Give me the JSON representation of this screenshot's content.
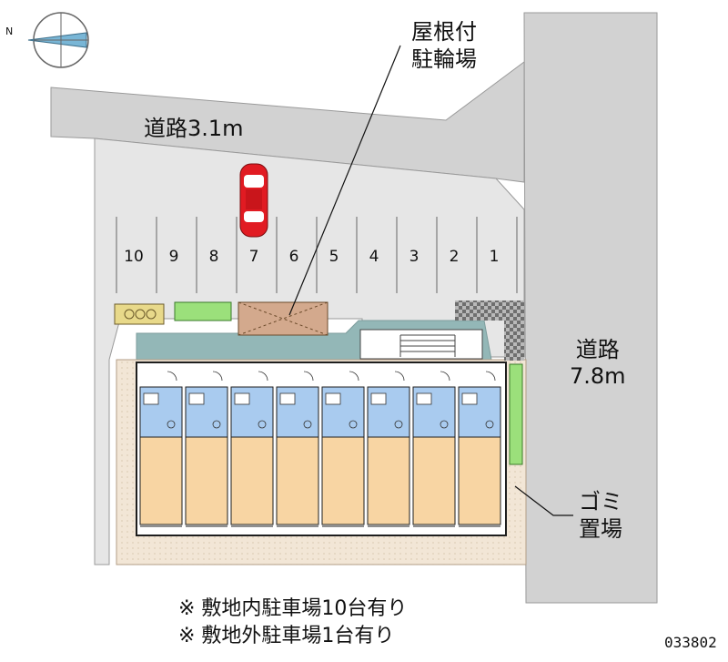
{
  "compass": {
    "icon": "compass-north-icon",
    "north_label": "N"
  },
  "labels": {
    "roof_bicycle_line1": "屋根付",
    "roof_bicycle_line2": "駐輪場",
    "road_top": "道路3.1m",
    "road_right_line1": "道路",
    "road_right_line2": "7.8m",
    "garbage_line1": "ゴミ",
    "garbage_line2": "置場"
  },
  "parking_spaces": [
    "10",
    "9",
    "8",
    "7",
    "6",
    "5",
    "4",
    "3",
    "2",
    "1"
  ],
  "notes": [
    "※ 敷地内駐車場10台有り",
    "※ 敷地外駐車場1台有り"
  ],
  "property_id": "033802",
  "colors": {
    "road": "#d2d2d2",
    "parking_lot": "#e6e6e6",
    "walkway": "#93b7b7",
    "room_kitchen": "#a9cbef",
    "room_main": "#f8d5a3",
    "planting": "#9be07b",
    "sand": "#f2e6d6",
    "car": "#e11b22"
  }
}
